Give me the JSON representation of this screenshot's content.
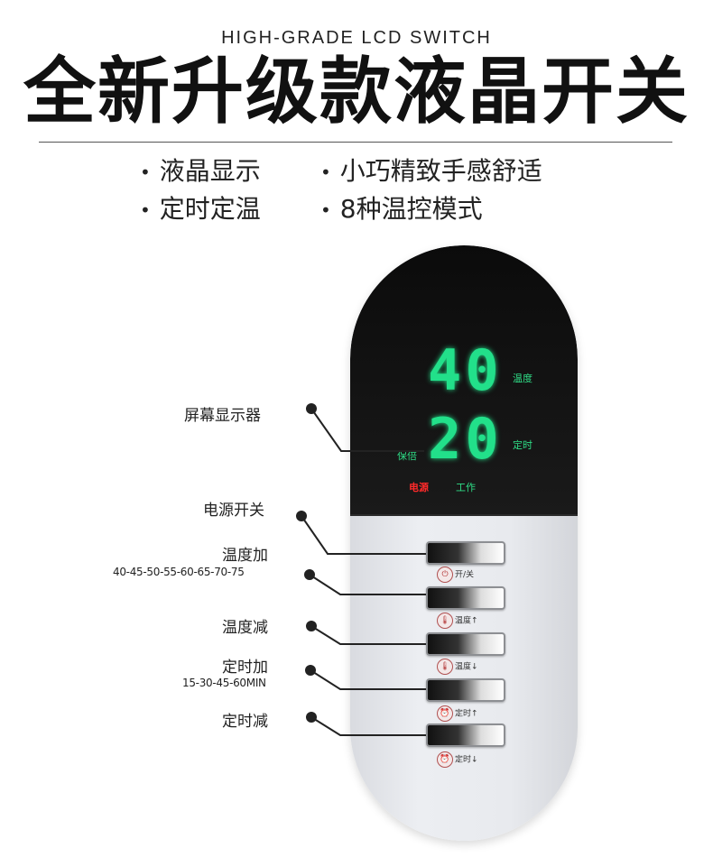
{
  "header": {
    "subtitle": "HIGH-GRADE LCD SWITCH",
    "title": "全新升级款液晶开关"
  },
  "features": [
    {
      "text": "液晶显示"
    },
    {
      "text": "小巧精致手感舒适"
    },
    {
      "text": "定时定温"
    },
    {
      "text": "8种温控模式"
    }
  ],
  "bullet": "•",
  "lcd": {
    "temp_value": "40",
    "time_value": "20",
    "temp_label": "温度",
    "time_label": "定时",
    "hold_label": "保倍",
    "power_label": "电源",
    "work_label": "工作",
    "digit_color": "#22e08a",
    "power_color": "#ff2a2a"
  },
  "buttons": [
    {
      "icon": "⏻",
      "label": "开/关"
    },
    {
      "icon": "🌡",
      "label": "温度↑"
    },
    {
      "icon": "🌡",
      "label": "温度↓"
    },
    {
      "icon": "⏰",
      "label": "定时↑"
    },
    {
      "icon": "⏰",
      "label": "定时↓"
    }
  ],
  "callouts": {
    "screen": "屏幕显示器",
    "power": "电源开关",
    "temp_up": "温度加",
    "temp_up_sub": "40-45-50-55-60-65-70-75",
    "temp_down": "温度减",
    "time_up": "定时加",
    "time_up_sub": "15-30-45-60MIN",
    "time_down": "定时减"
  }
}
